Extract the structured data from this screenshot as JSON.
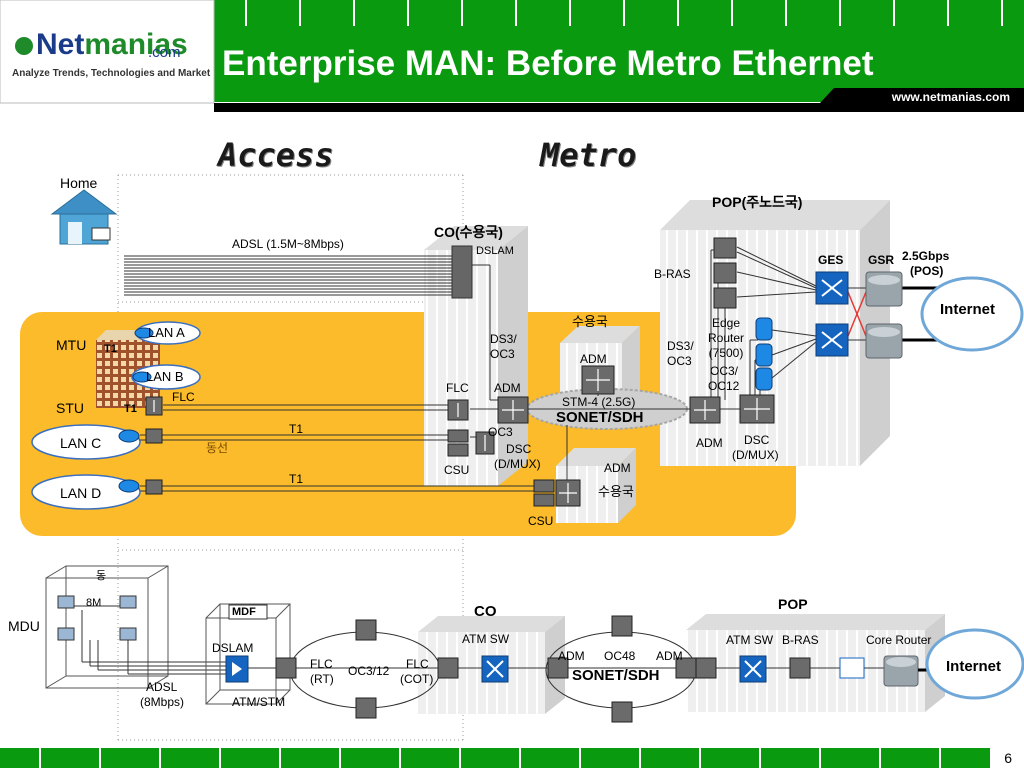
{
  "header": {
    "title": "Enterprise MAN: Before Metro Ethernet",
    "logo_main_1": "Net",
    "logo_main_2": "manias",
    "logo_dotcom": ".com",
    "logo_tagline": "Analyze Trends, Technologies and Market",
    "url": "www.netmanias.com"
  },
  "sections": {
    "access": "Access",
    "metro": "Metro"
  },
  "top": {
    "home": "Home",
    "adsl_link": "ADSL (1.5M~8Mbps)",
    "co": "CO(수용국)",
    "dslam": "DSLAM",
    "pop": "POP(주노드국)",
    "b_ras": "B-RAS",
    "ges": "GES",
    "gsr": "GSR",
    "pos_speed": "2.5Gbps",
    "pos": "(POS)",
    "internet": "Internet",
    "edge_router_1": "Edge",
    "edge_router_2": "Router",
    "edge_router_3": "(7500)",
    "oc3_oc12_1": "OC3/",
    "oc3_oc12_2": "OC12",
    "ds3_oc3_co_1": "DS3/",
    "ds3_oc3_co_2": "OC3",
    "ds3_oc3_pop_1": "DS3/",
    "ds3_oc3_pop_2": "OC3",
    "suyongguk_1": "수용국",
    "suyongguk_2": "수용국",
    "adm_ring_top": "ADM",
    "adm_co": "ADM",
    "adm_pop": "ADM",
    "adm_ring_bottom": "ADM",
    "flc": "FLC",
    "flc_stu": "FLC",
    "stm4": "STM-4 (2.5G)",
    "sonet_sdh": "SONET/SDH",
    "oc3": "OC3",
    "dsc_co_1": "DSC",
    "dsc_co_2": "(D/MUX)",
    "dsc_pop_1": "DSC",
    "dsc_pop_2": "(D/MUX)",
    "csu_co": "CSU",
    "csu_bottom": "CSU",
    "mtu": "MTU",
    "stu": "STU",
    "t1_mtu": "T1",
    "t1_stu": "T1",
    "lan_a": "LAN A",
    "lan_b": "LAN B",
    "lan_c": "LAN C",
    "lan_d": "LAN D",
    "t1_lan_c": "T1",
    "t1_lan_d": "T1",
    "dongseon": "동선"
  },
  "bottom": {
    "mdu": "MDU",
    "dong": "동",
    "speed_8m": "8M",
    "mdf": "MDF",
    "dslam": "DSLAM",
    "adsl_1": "ADSL",
    "adsl_2": "(8Mbps)",
    "atm_stm": "ATM/STM",
    "flc_rt_1": "FLC",
    "flc_rt_2": "(RT)",
    "oc3_12": "OC3/12",
    "flc_cot_1": "FLC",
    "flc_cot_2": "(COT)",
    "co": "CO",
    "atm_sw_co": "ATM SW",
    "adm_left": "ADM",
    "oc48": "OC48",
    "adm_right": "ADM",
    "sonet_sdh": "SONET/SDH",
    "pop": "POP",
    "atm_sw_pop": "ATM SW",
    "b_ras": "B-RAS",
    "core_router": "Core Router",
    "internet": "Internet"
  },
  "footer": {
    "page": "6"
  },
  "colors": {
    "header_green": "#0a9a10",
    "header_dark": "#000000",
    "orange_zone": "#fbbb2a",
    "router_blue": "#1565c0",
    "device_gray": "#6b6b6b"
  }
}
